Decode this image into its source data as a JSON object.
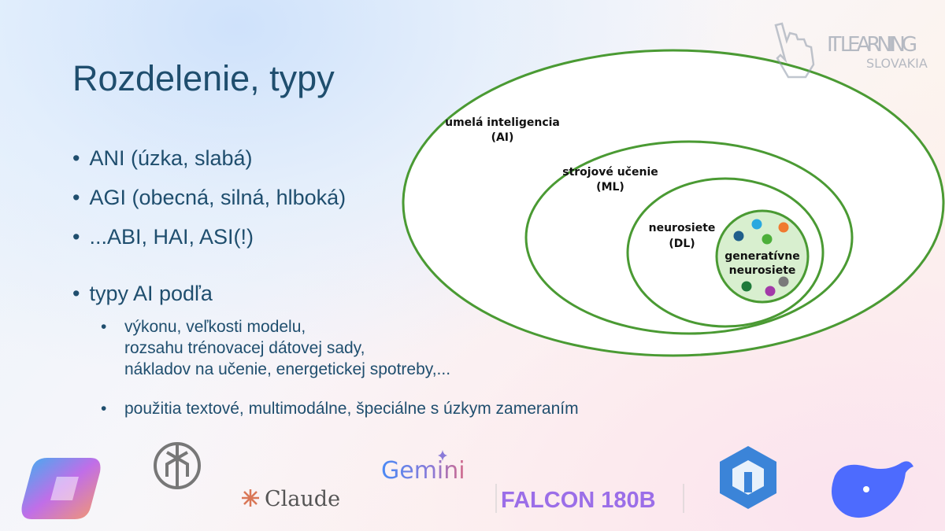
{
  "title": "Rozdelenie, typy",
  "bullets": [
    "ANI (úzka, slabá)",
    "AGI (obecná, silná, hlboká)",
    "...ABI, HAI, ASI(!)",
    "typy AI podľa"
  ],
  "sub_bullets": [
    {
      "lines": [
        "výkonu, veľkosti modelu,",
        "rozsahu trénovacej dátovej sady,",
        "nákladov na učenie, energetickej spotreby,..."
      ]
    },
    {
      "lines": [
        "použitia textové, multimodálne, špeciálne s úzkym zameraním"
      ]
    }
  ],
  "diagram": {
    "ai": [
      "umelá inteligencia",
      "(AI)"
    ],
    "ml": [
      "strojové učenie",
      "(ML)"
    ],
    "dl": [
      "neurosiete",
      "(DL)"
    ],
    "gen": [
      "generatívne",
      "neurosiete"
    ],
    "dot_colors": [
      "#1f5f8b",
      "#29a8e0",
      "#f07a30",
      "#4caf3a",
      "#1e7a3a",
      "#a23aa8",
      "#7a7a7a"
    ]
  },
  "logo": {
    "brand": "IT LEARNING",
    "sub": "SLOVAKIA"
  },
  "logos": {
    "claude": "Claude",
    "gemini": "Gemini",
    "falcon": "FALCON 180B"
  }
}
